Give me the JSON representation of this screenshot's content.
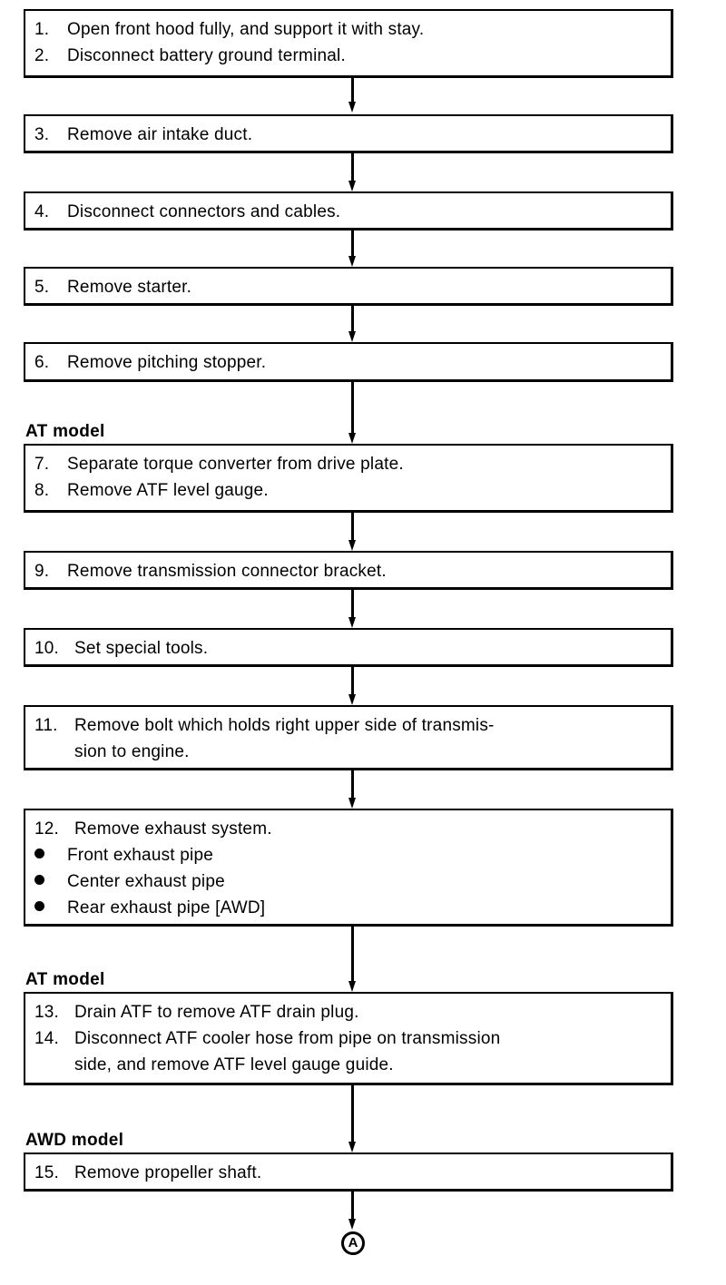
{
  "document": {
    "title": "Manual Transmission / AT Removal Procedure Flowchart",
    "type": "flowchart",
    "orientation": "vertical-top-to-bottom"
  },
  "colors": {
    "line": "#000000",
    "background": "#ffffff",
    "text": "#000000"
  },
  "model_labels": {
    "at_model_1": "AT model",
    "at_model_2": "AT model",
    "awd_model": "AWD model"
  },
  "steps": [
    {
      "id": "box-1",
      "lines": [
        {
          "num": "1.",
          "text": "Open front hood fully, and support it with stay."
        },
        {
          "num": "2.",
          "text": "Disconnect battery ground terminal."
        }
      ]
    },
    {
      "id": "box-2",
      "lines": [
        {
          "num": "3.",
          "text": "Remove air intake duct."
        }
      ]
    },
    {
      "id": "box-3",
      "lines": [
        {
          "num": "4.",
          "text": "Disconnect connectors and cables."
        }
      ]
    },
    {
      "id": "box-4",
      "lines": [
        {
          "num": "5.",
          "text": "Remove starter."
        }
      ]
    },
    {
      "id": "box-5",
      "lines": [
        {
          "num": "6.",
          "text": "Remove pitching stopper."
        }
      ]
    },
    {
      "id": "box-6",
      "lines": [
        {
          "num": "7.",
          "text": "Separate torque converter from drive plate."
        },
        {
          "num": "8.",
          "text": "Remove ATF level gauge."
        }
      ]
    },
    {
      "id": "box-7",
      "lines": [
        {
          "num": "9.",
          "text": "Remove transmission connector bracket."
        }
      ]
    },
    {
      "id": "box-8",
      "lines": [
        {
          "num": "10.",
          "text": "Set special tools."
        }
      ]
    },
    {
      "id": "box-9",
      "lines": [
        {
          "num": "11.",
          "text": "Remove bolt which holds right upper side of transmis-"
        },
        {
          "num": "",
          "text": "sion to engine."
        }
      ]
    },
    {
      "id": "box-10",
      "lines": [
        {
          "num": "12.",
          "text": "Remove exhaust system."
        },
        {
          "num": "bullet",
          "text": "Front exhaust pipe"
        },
        {
          "num": "bullet",
          "text": "Center exhaust pipe"
        },
        {
          "num": "bullet",
          "text": "Rear exhaust pipe [AWD]"
        }
      ]
    },
    {
      "id": "box-11",
      "lines": [
        {
          "num": "13.",
          "text": "Drain ATF to remove ATF drain plug."
        },
        {
          "num": "14.",
          "text": "Disconnect ATF cooler hose from pipe on transmission"
        },
        {
          "num": "",
          "text": "side, and remove ATF level gauge guide."
        }
      ]
    },
    {
      "id": "box-12",
      "lines": [
        {
          "num": "15.",
          "text": "Remove propeller shaft."
        }
      ]
    }
  ],
  "terminator": {
    "label": "A",
    "shape": "circle"
  }
}
